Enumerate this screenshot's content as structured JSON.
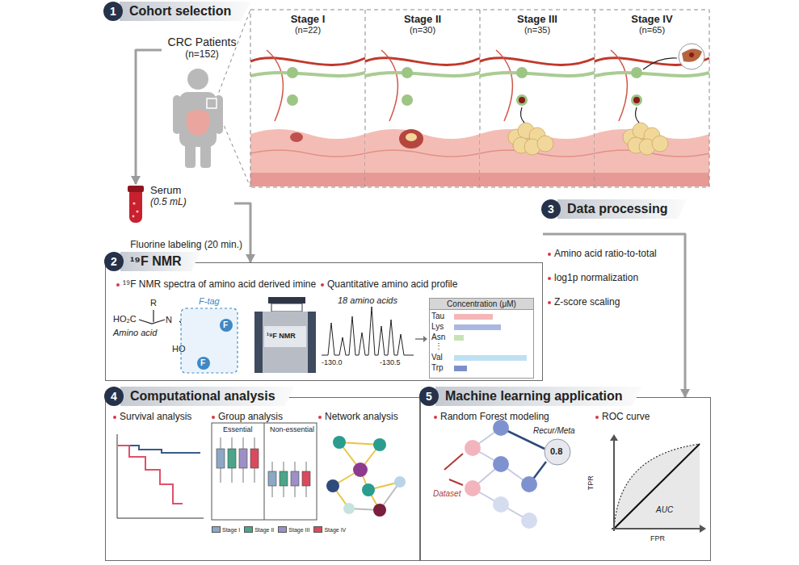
{
  "diagram": {
    "nodes": [
      {
        "text": [
          "1",
          "Cohort selection"
        ]
      },
      {
        "text": [
          "CRC Patients",
          "(n=152)"
        ],
        "in": 0
      },
      {
        "text": [
          "Serum",
          "(0.5 mL)"
        ],
        "in": 0
      },
      {
        "text": [
          "Stage I",
          "(n=22)"
        ],
        "in": 0
      },
      {
        "text": [
          "Stage II",
          "(n=30)"
        ],
        "in": 0
      },
      {
        "text": [
          "Stage III",
          "(n=35)"
        ],
        "in": 0
      },
      {
        "text": [
          "Stage IV",
          "(n=65)"
        ],
        "in": 0
      },
      {
        "text": [
          "2",
          "¹⁹F NMR"
        ]
      },
      {
        "text": [
          "Concentration (μM)"
        ],
        "in": 7
      },
      {
        "text": [
          "3",
          "Data processing"
        ]
      },
      {
        "text": [
          "4",
          "Computational analysis"
        ]
      },
      {
        "text": [
          "5",
          "Machine learning application"
        ]
      }
    ],
    "edges": [
      {
        "from": 1,
        "to": 2,
        "arrow": "to"
      },
      {
        "from": 2,
        "to": 7,
        "label": "Fluorine labeling (20 min.)",
        "arrow": "to"
      },
      {
        "from": 9,
        "to": 11,
        "arrow": "to"
      }
    ],
    "labels": [
      "¹⁹F NMR spectra of amino acid derived imine",
      "Quantitative amino acid profile",
      "R",
      "HO₂C",
      "N",
      "Amino acid",
      "HO",
      "F",
      "F",
      "F-tag",
      "¹⁹F NMR",
      "18 amino acids",
      "-130.0",
      "-130.5",
      "Tau",
      "Lys",
      "Asn",
      "⋮",
      "Val",
      "Trp",
      "Amino acid ratio-to-total",
      "log1p normalization",
      "Z-score scaling",
      "Survival analysis",
      "Group analysis",
      "Network analysis",
      "Essential",
      "Non-essential",
      "Random Forest modeling",
      "ROC curve",
      "Recur/Meta",
      "0.8",
      "Dataset",
      "TPR",
      "FPR",
      "AUC"
    ],
    "legend": [
      {
        "text": "Stage I",
        "color": "#8da7c7"
      },
      {
        "text": "Stage II",
        "color": "#4aa58a"
      },
      {
        "text": "Stage III",
        "color": "#9d90c6"
      },
      {
        "text": "Stage IV",
        "color": "#d94a5e"
      }
    ]
  }
}
